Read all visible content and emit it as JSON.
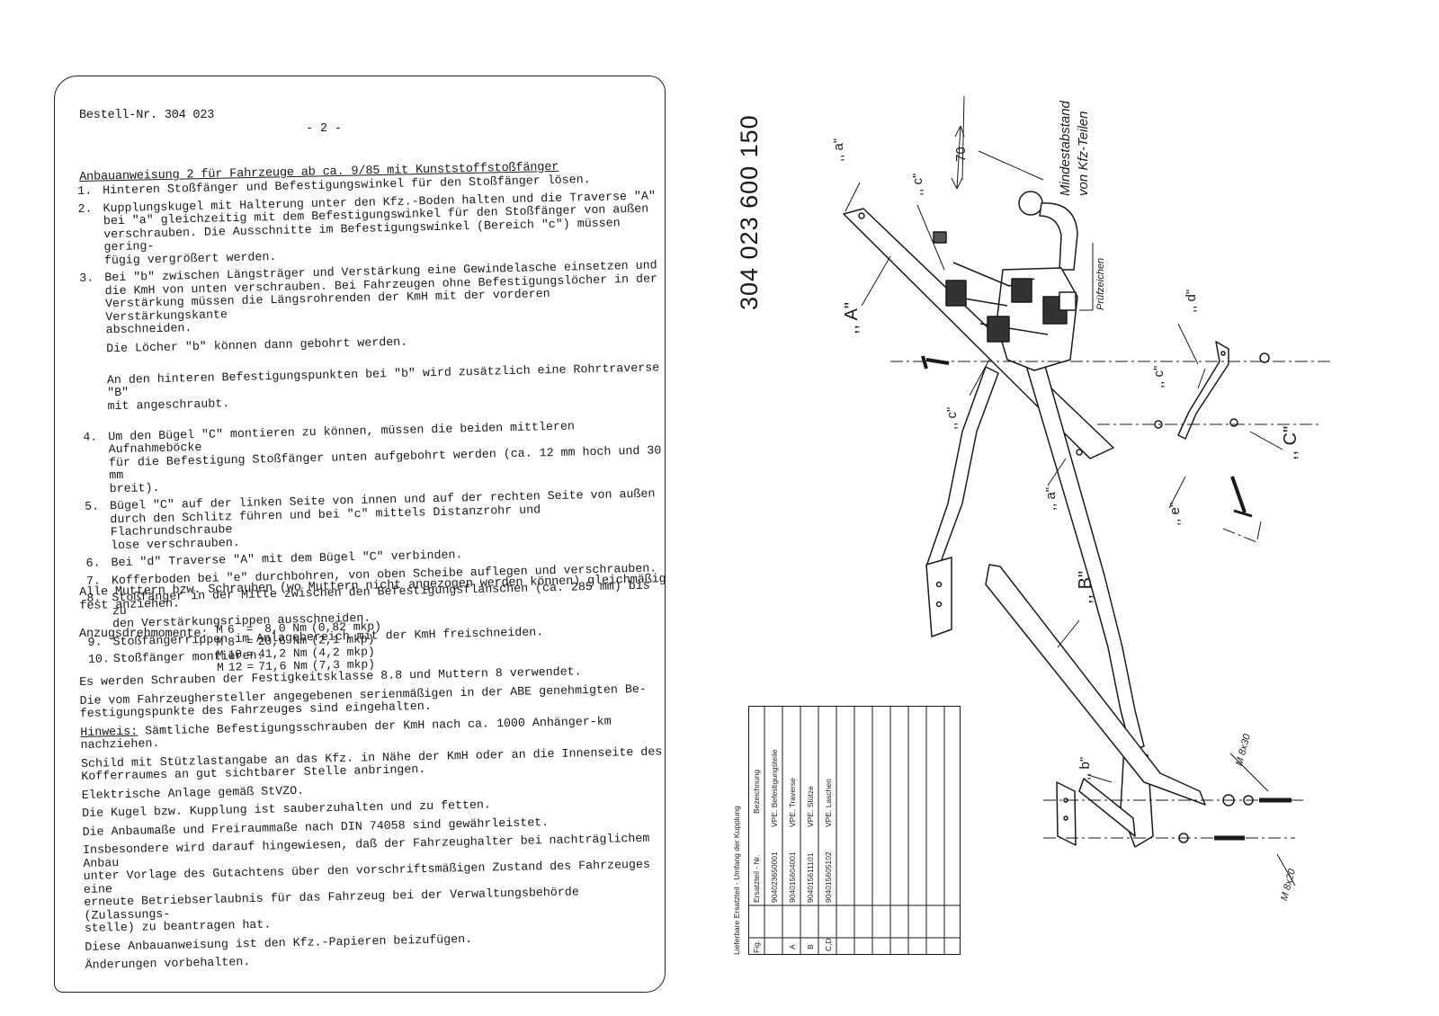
{
  "document": {
    "order_number": "Bestell-Nr. 304 023",
    "page_number": "- 2 -",
    "title": "Anbauanweisung 2 für Fahrzeuge ab ca. 9/85 mit Kunststoffstoßfänger",
    "steps": [
      {
        "num": "1.",
        "text": "Hinteren Stoßfänger und Befestigungswinkel für den Stoßfänger lösen."
      },
      {
        "num": "2.",
        "text": "Kupplungskugel mit Halterung unter den Kfz.-Boden halten und die Traverse \"A\"\nbei \"a\" gleichzeitig mit dem Befestigungswinkel für den Stoßfänger von außen\nverschrauben. Die Ausschnitte im Befestigungswinkel (Bereich \"c\") müssen gering-\nfügig vergrößert werden."
      },
      {
        "num": "3.",
        "text": "Bei \"b\" zwischen Längsträger und Verstärkung eine Gewindelasche einsetzen und\ndie KmH von unten verschrauben. Bei Fahrzeugen ohne Befestigungslöcher in der\nVerstärkung müssen die Längsrohrenden der KmH mit der vorderen Verstärkungskante\nabschneiden.",
        "extra1": "Die Löcher \"b\" können dann gebohrt werden.",
        "extra2": "An den hinteren Befestigungspunkten bei \"b\" wird zusätzlich eine Rohrtraverse \"B\"\nmit angeschraubt."
      },
      {
        "num": "4.",
        "text": "Um den Bügel \"C\" montieren zu können, müssen die beiden mittleren Aufnahmeböcke\nfür die Befestigung Stoßfänger unten aufgebohrt werden (ca. 12 mm hoch und 30 mm\nbreit)."
      },
      {
        "num": "5.",
        "text": "Bügel \"C\" auf der linken Seite von innen und auf der rechten Seite von außen\ndurch den Schlitz führen und bei \"c\" mittels Distanzrohr und Flachrundschraube\nlose verschrauben."
      },
      {
        "num": "6.",
        "text": "Bei \"d\" Traverse \"A\" mit dem Bügel \"C\" verbinden."
      },
      {
        "num": "7.",
        "text": "Kofferboden bei \"e\" durchbohren, von oben Scheibe auflegen und verschrauben."
      },
      {
        "num": "8.",
        "text": "Stoßfänger in der Mitte zwischen den Befestigungsflanschen (ca. 285 mm) bis zu\nden Verstärkungsrippen ausschneiden."
      },
      {
        "num": "9.",
        "text": "Stoßfängerrippen im Anlagebereich mit der KmH freischneiden."
      },
      {
        "num": "10.",
        "text": "Stoßfänger montieren."
      }
    ],
    "tighten_text": "Alle Muttern bzw. Schrauben (wo Muttern nicht angezogen werden können) gleichmäßig\nfest anziehen.",
    "torque_label": "Anzugsdrehmomente:",
    "torque_rows": [
      {
        "m": "M",
        "size": "6",
        "eq": "=",
        "nm": "8,0 Nm",
        "mkp": "(0,82 mkp)"
      },
      {
        "m": "M",
        "size": "8",
        "eq": "=",
        "nm": "20,6 Nm",
        "mkp": "(2,1   mkp)"
      },
      {
        "m": "M",
        "size": "10",
        "eq": "=",
        "nm": "41,2 Nm",
        "mkp": "(4,2   mkp)"
      },
      {
        "m": "M",
        "size": "12",
        "eq": "=",
        "nm": "71,6 Nm",
        "mkp": "(7,3   mkp)"
      }
    ],
    "notes": [
      "Es werden Schrauben der Festigkeitsklasse 8.8 und Muttern 8 verwendet.",
      "Die vom Fahrzeughersteller angegebenen serienmäßigen in der ABE genehmigten Be-\nfestigungspunkte des Fahrzeuges sind eingehalten."
    ],
    "hint_label": "Hinweis:",
    "hint_text": " Sämtliche Befestigungsschrauben der KmH nach ca. 1000 Anhänger-km nachziehen.",
    "notes2": [
      "Schild mit Stützlastangabe an das Kfz. in Nähe der KmH oder an die Innenseite des\nKofferraumes an gut sichtbarer Stelle anbringen.",
      "Elektrische Anlage gemäß StVZO.",
      "Die Kugel bzw. Kupplung ist sauberzuhalten und zu fetten.",
      "Die Anbaumaße und Freiraummaße nach DIN 74058 sind gewährleistet.",
      "Insbesondere wird darauf hingewiesen, daß der Fahrzeughalter bei nachträglichem Anbau\nunter Vorlage des Gutachtens über den vorschriftsmäßigen Zustand des Fahrzeuges eine\nerneute Betriebserlaubnis für das Fahrzeug bei der Verwaltungsbehörde (Zulassungs-\nstelle) zu beantragen hat.",
      "Diese Anbauanweisung ist den Kfz.-Papieren beizufügen.",
      "Änderungen vorbehalten."
    ]
  },
  "diagram": {
    "part_number": "304 023 600 150",
    "min_distance_line1": "Mindestabstand",
    "min_distance_line2": "von Kfz-Teilen",
    "dimension": "70",
    "test_mark": "Prüfzeichen",
    "labels": {
      "A": ",, A\"",
      "B": ",, B\"",
      "C": ",, C\"",
      "a": ",, a\"",
      "b": ",, b\"",
      "c": ",, c\"",
      "d": ",, d\"",
      "e": ",, e\""
    },
    "bolt_m8x30": "M 8x30",
    "bolt_m8x20": "M 8x20"
  },
  "parts_table": {
    "caption": "Lieferbare Ersatzteil - Umfang der Kupplung",
    "headers": [
      "Fig.",
      "Ersatzteil - Nr.",
      "Bezeichnung"
    ],
    "rows": [
      {
        "fig": "",
        "nr": "904023650001",
        "name": "VPE. Befestigungsteile"
      },
      {
        "fig": "A",
        "nr": "904015604001",
        "name": "VPE. Traverse"
      },
      {
        "fig": "B",
        "nr": "904015611101",
        "name": "VPE. Stütze"
      },
      {
        "fig": "C,D",
        "nr": "904015605102",
        "name": "VPE. Laschen"
      }
    ]
  }
}
